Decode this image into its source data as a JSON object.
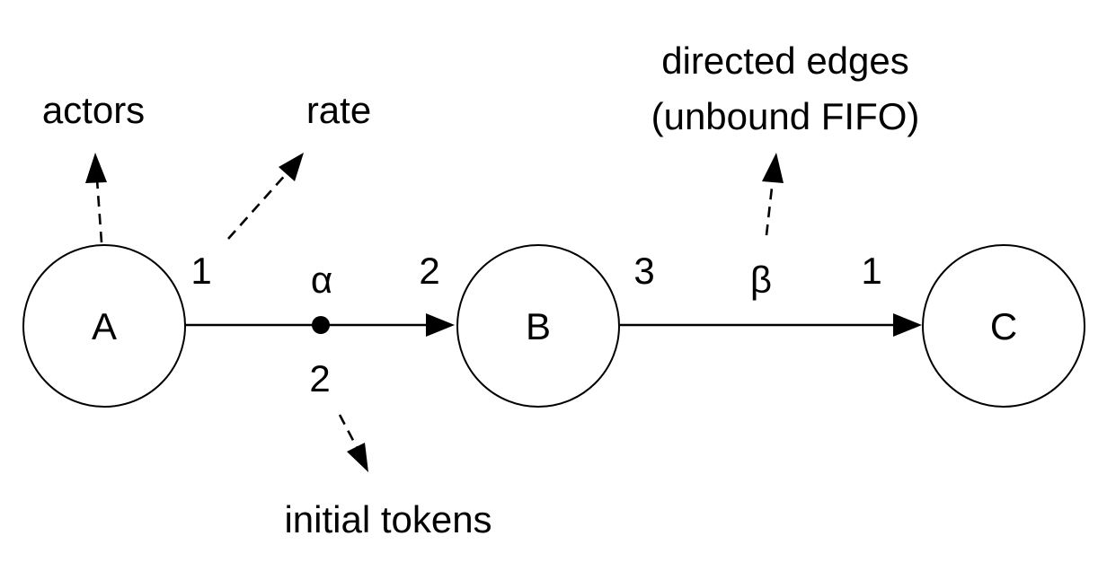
{
  "nodes": {
    "a": {
      "label": "A"
    },
    "b": {
      "label": "B"
    },
    "c": {
      "label": "C"
    }
  },
  "edges": {
    "alpha": {
      "name": "α",
      "production_rate": "1",
      "consumption_rate": "2",
      "initial_tokens": "2"
    },
    "beta": {
      "name": "β",
      "production_rate": "3",
      "consumption_rate": "1"
    }
  },
  "annotations": {
    "actors": "actors",
    "rate": "rate",
    "edges_line1": "directed edges",
    "edges_line2": "(unbound FIFO)",
    "initial_tokens": "initial tokens"
  }
}
